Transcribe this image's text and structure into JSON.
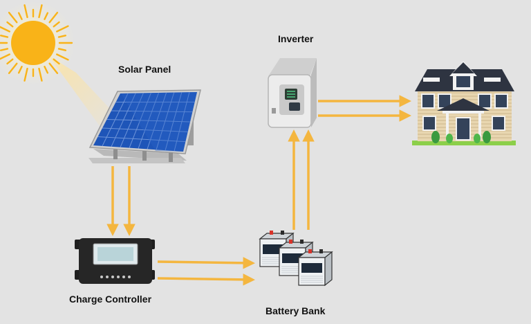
{
  "labels": {
    "solar_panel": "Solar Panel",
    "inverter": "Inverter",
    "charge_controller": "Charge Controller",
    "battery_bank": "Battery Bank"
  },
  "colors": {
    "background": "#e3e3e3",
    "arrow": "#f4b63f",
    "sun": "#f9b318",
    "panel": "#1e55b8"
  }
}
